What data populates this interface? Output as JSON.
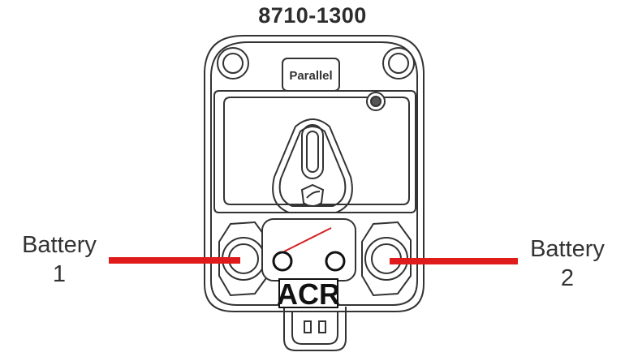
{
  "title": "8710-1300",
  "mode_label": "Parallel",
  "device_label": "ACR",
  "battery_left": {
    "line1": "Battery",
    "line2": "1"
  },
  "battery_right": {
    "line1": "Battery",
    "line2": "2"
  },
  "colors": {
    "cable": "#e01b1b",
    "outline": "#333333",
    "switch_line": "#d42020",
    "background": "#ffffff"
  }
}
